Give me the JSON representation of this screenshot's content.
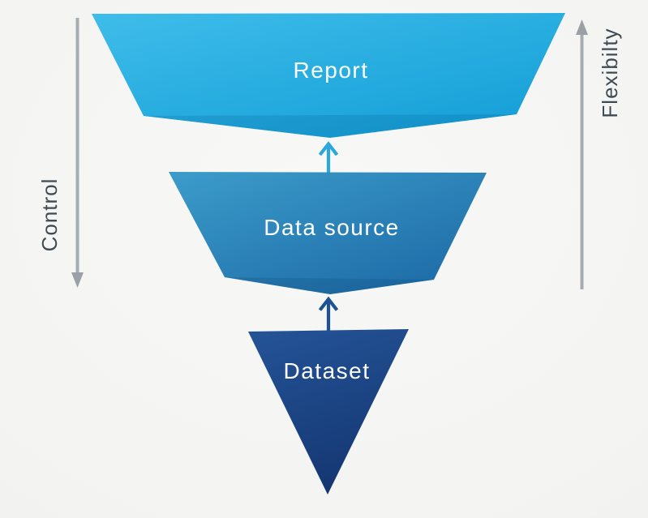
{
  "funnel": {
    "layers": [
      {
        "label": "Report"
      },
      {
        "label": "Data source"
      },
      {
        "label": "Dataset"
      }
    ],
    "connectors": [
      {
        "name": "dataset-to-datasource-arrow",
        "direction": "up"
      },
      {
        "name": "datasource-to-report-arrow",
        "direction": "up"
      }
    ]
  },
  "axes": {
    "left": {
      "label": "Control",
      "direction": "down"
    },
    "right": {
      "label": "Flexibilty",
      "direction": "up"
    }
  },
  "colors": {
    "report_top": "#3fbdea",
    "report_bottom": "#149fd7",
    "datasource_top": "#3c9cca",
    "datasource_bottom": "#1d6ba7",
    "dataset_top": "#235295",
    "dataset_bottom": "#143671",
    "arrow_light": "#2aa7dc",
    "arrow_dark": "#1d5392",
    "axis_line": "#a7acb1",
    "axis_head": "#9aa0a6",
    "axis_text": "#3e4a54",
    "layer_text": "#ffffff",
    "background": "#f3f3f1"
  }
}
